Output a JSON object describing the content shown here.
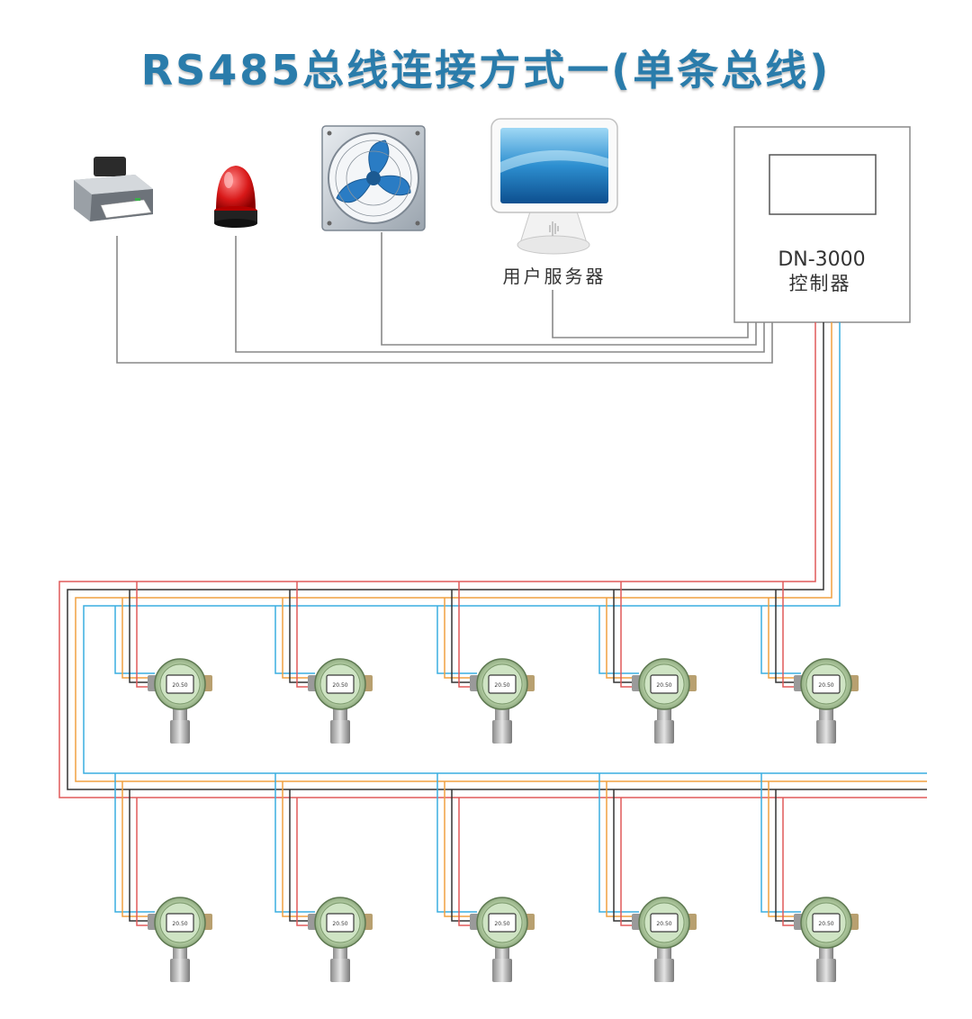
{
  "title": "RS485总线连接方式一(单条总线)",
  "devices": {
    "printer": {
      "icon": "printer-icon"
    },
    "alarm": {
      "icon": "alarm-light-icon"
    },
    "fan": {
      "icon": "exhaust-fan-icon"
    },
    "server": {
      "icon": "monitor-icon",
      "label": "用户服务器"
    },
    "controller": {
      "model": "DN-3000",
      "name": "控制器"
    }
  },
  "detector": {
    "reading": "20.50",
    "icon": "gas-detector-icon"
  },
  "colors": {
    "title": "#2a7cab",
    "wire_red": "#e05a5a",
    "wire_black": "#333333",
    "wire_orange": "#f0a040",
    "wire_blue": "#3aaee0",
    "wire_gray": "#888888"
  }
}
